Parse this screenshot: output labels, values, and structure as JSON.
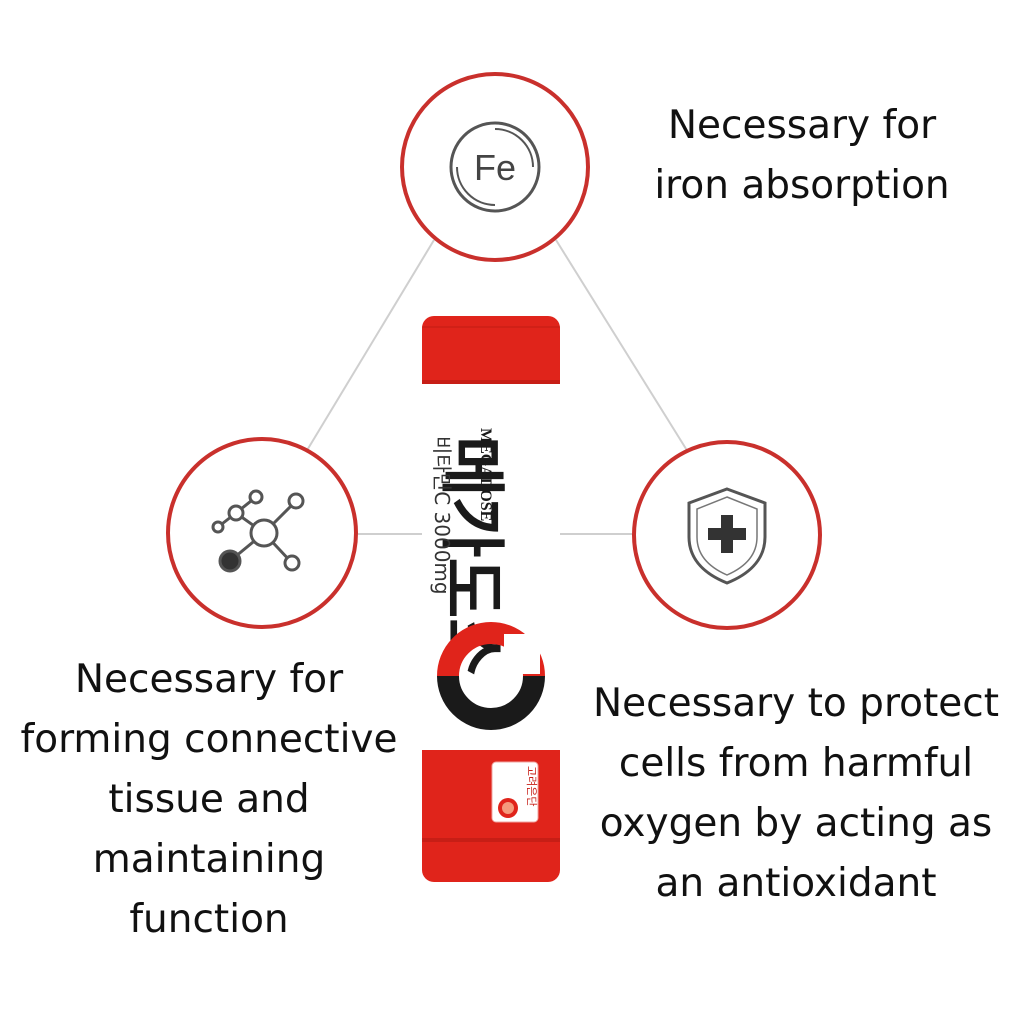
{
  "benefits": {
    "iron": {
      "icon": "iron-fe-icon",
      "symbol": "Fe",
      "caption_lines": [
        "Necessary for",
        "iron absorption"
      ]
    },
    "connective": {
      "icon": "molecule-network-icon",
      "caption_lines": [
        "Necessary for",
        "forming connective",
        "tissue and",
        "maintaining",
        "function"
      ]
    },
    "antioxidant": {
      "icon": "shield-plus-icon",
      "caption_lines": [
        "Necessary to protect",
        "cells from harmful",
        "oxygen by acting as",
        "an antioxidant"
      ]
    }
  },
  "product": {
    "brand_en": "MEGADOSE",
    "name_ko": "메가도스",
    "name_letter": "C",
    "subtitle_ko": "비타민C 3000mg",
    "badge_ko": "고려은단"
  },
  "colors": {
    "accent_red": "#e0241b",
    "circle_border": "#c9302c",
    "connector_line": "#cccccc",
    "text": "#111111"
  }
}
